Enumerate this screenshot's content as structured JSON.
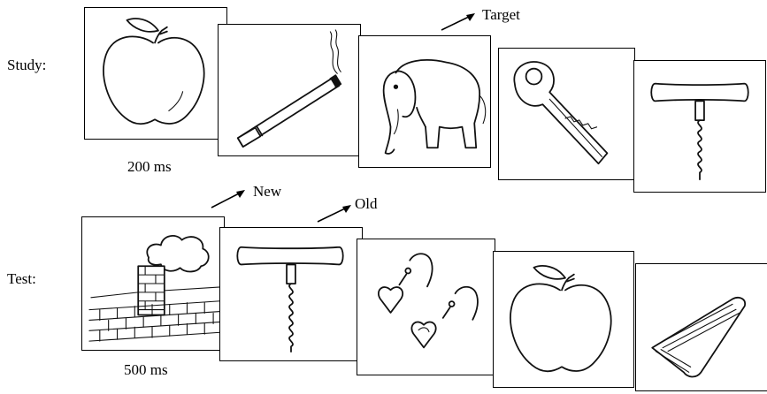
{
  "rows": {
    "study": {
      "label": "Study:",
      "duration": "200 ms"
    },
    "test": {
      "label": "Test:",
      "duration": "500 ms"
    }
  },
  "annotations": {
    "target": "Target",
    "new": "New",
    "old": "Old"
  },
  "pictures": {
    "study": [
      "apple-icon",
      "cigarette-icon",
      "elephant-icon",
      "key-icon",
      "corkscrew-icon"
    ],
    "test": [
      "chimney-icon",
      "corkscrew-icon",
      "earrings-icon",
      "apple-icon",
      "napkin-icon"
    ]
  }
}
